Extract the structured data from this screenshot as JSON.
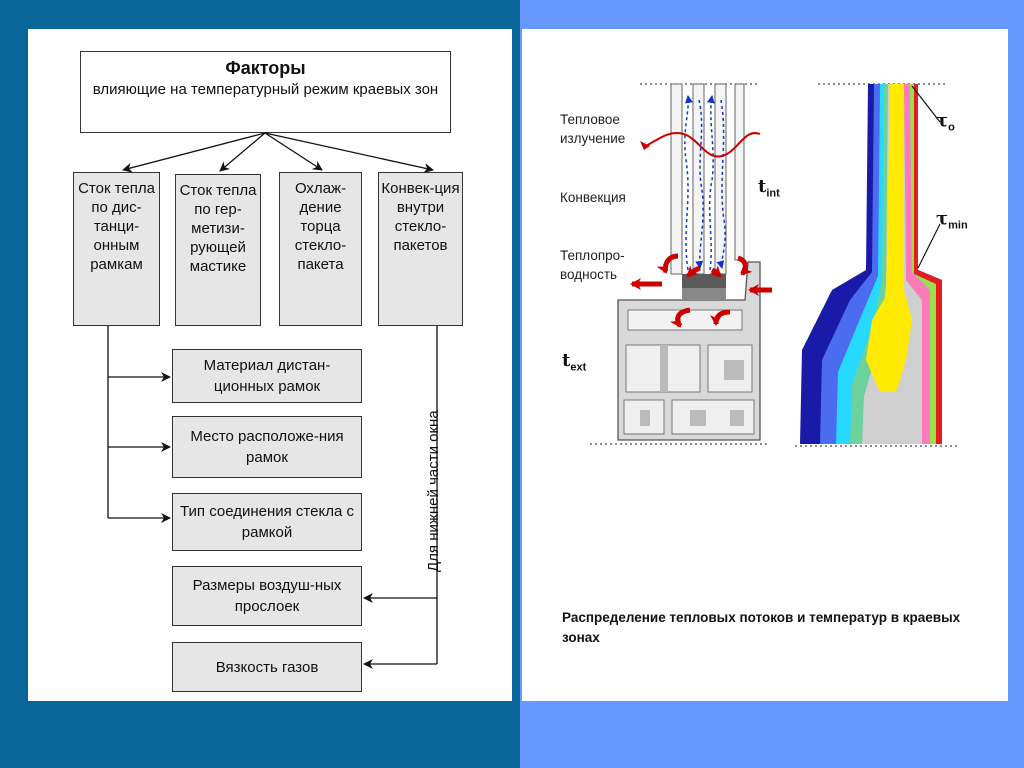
{
  "header": {
    "title": "Факторы",
    "subtitle": "влияющие на температурный режим краевых зон"
  },
  "factors": [
    {
      "label": "Сток тепла по дис-танци-онным рамкам"
    },
    {
      "label": "Сток тепла по гер-метизи-рующей мастике"
    },
    {
      "label": "Охлаж-дение торца стекло-пакета"
    },
    {
      "label": "Конвек-ция внутри стекло-пакетов"
    }
  ],
  "parameters": [
    {
      "label": "Материал дистан-ционных рамок"
    },
    {
      "label": "Место расположе-ния рамок"
    },
    {
      "label": "Тип соединения стекла с рамкой"
    },
    {
      "label": "Размеры воздуш-ных прослоек"
    },
    {
      "label": "Вязкость газов"
    }
  ],
  "vertical_note": "Для нижней части окна",
  "illustration": {
    "labels": {
      "radiation": "Тепловое излучение",
      "convection": "Конвекция",
      "conduction": "Теплопро-водность"
    },
    "symbols": {
      "t_int_base": "t",
      "t_int_sub": "int",
      "t_ext_base": "t",
      "t_ext_sub": "ext",
      "tau_o_base": "τ",
      "tau_o_sub": "о",
      "tau_min_base": "τ",
      "tau_min_sub": "min"
    },
    "caption": "Распределение тепловых потоков и температур в краевых зонах"
  },
  "colors": {
    "left_background": "#0a6699",
    "right_background": "#6699ff",
    "box_fill": "#e6e6e6",
    "heat_arrow": "#cc0000",
    "convection_arrow": "#1133cc"
  }
}
